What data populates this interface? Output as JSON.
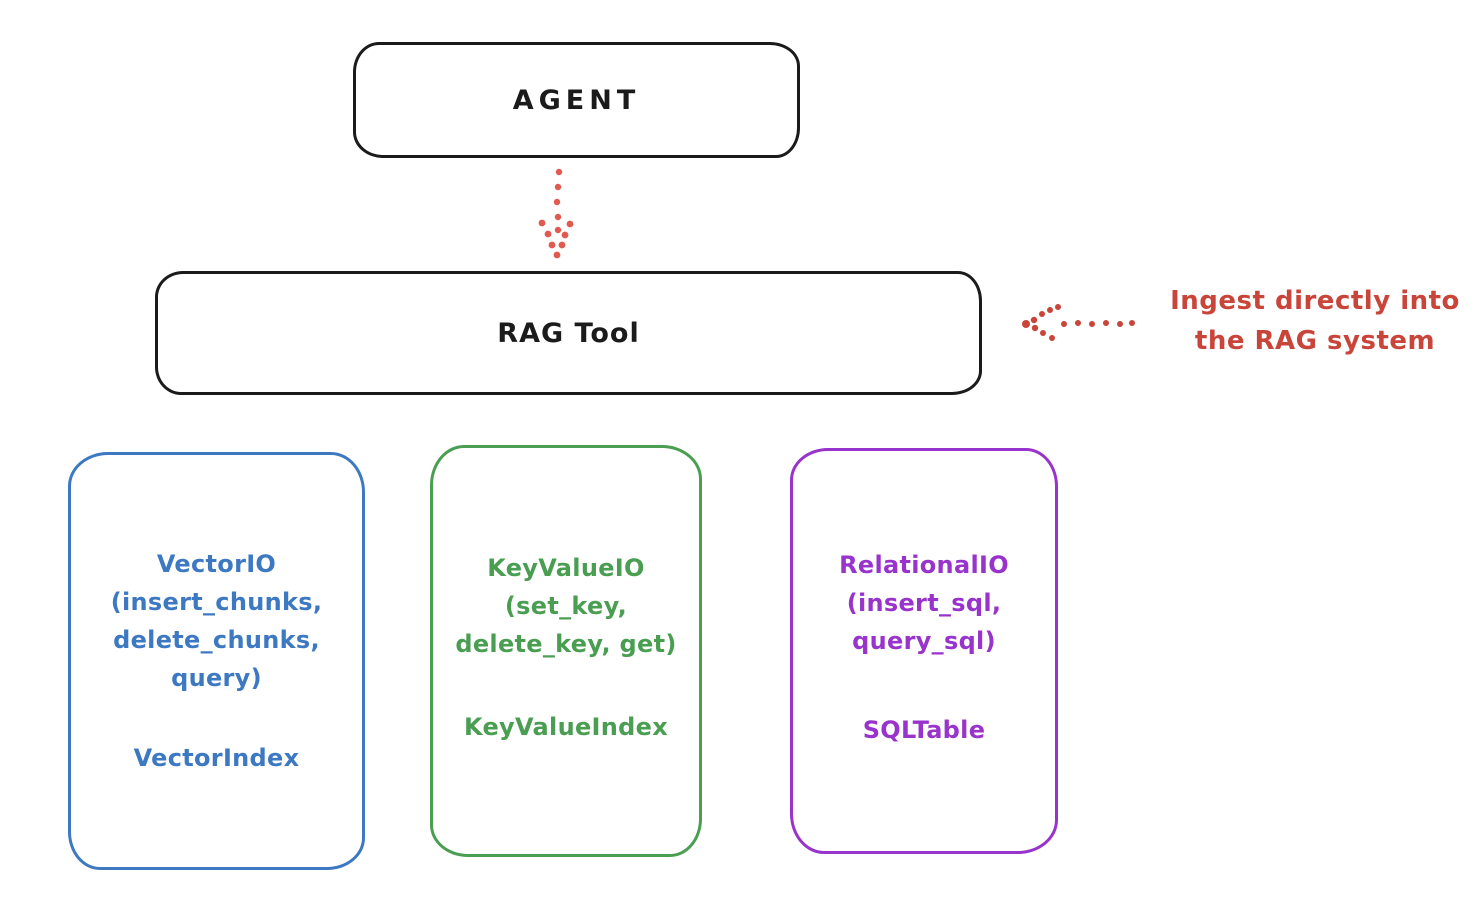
{
  "background": "#ffffff",
  "ink_color": "#1b1b1b",
  "agent": {
    "label": "AGENT"
  },
  "rag_tool": {
    "label": "RAG Tool"
  },
  "annotation": {
    "line1": "Ingest directly into",
    "line2": "the RAG system",
    "color": "#c9453a"
  },
  "arrows": {
    "agent_to_rag": {
      "style": "dotted",
      "direction": "down",
      "color": "#e05a50"
    },
    "annotation_to_rag": {
      "style": "dotted",
      "direction": "left",
      "color": "#c9453a"
    }
  },
  "backends": {
    "vector": {
      "lines": [
        "VectorIO",
        "(insert_chunks,",
        "delete_chunks,",
        "query)"
      ],
      "index": "VectorIndex",
      "color": "#3d79c2"
    },
    "keyvalue": {
      "lines": [
        "KeyValueIO",
        "(set_key,",
        "delete_key, get)"
      ],
      "index": "KeyValueIndex",
      "color": "#4a9e52"
    },
    "relational": {
      "lines": [
        "RelationalIO",
        "(insert_sql,",
        "query_sql)"
      ],
      "index": "SQLTable",
      "color": "#9833cc"
    }
  }
}
